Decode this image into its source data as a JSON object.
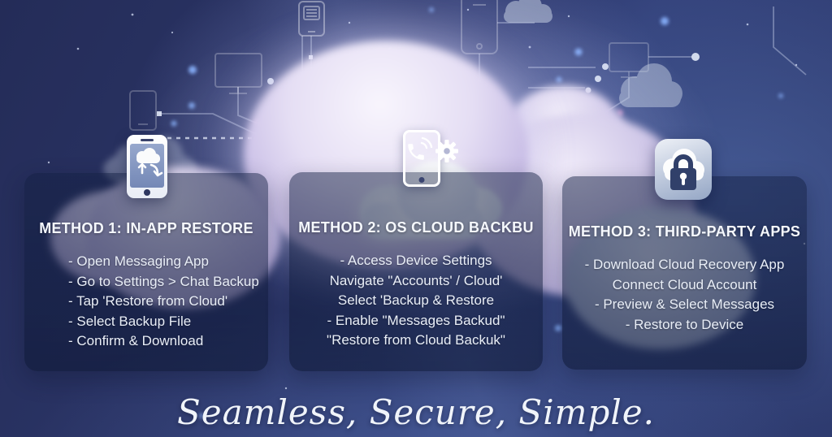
{
  "tagline": "Seamless, Secure, Simple.",
  "methods": [
    {
      "title": "METHOD 1: IN-APP RESTORE",
      "steps": [
        "- Open Messaging App",
        "- Go to Settings > Chat Backup",
        "- Tap 'Restore from Cloud'",
        "- Select Backup File",
        "- Confirm & Download"
      ]
    },
    {
      "title": "METHOD 2: OS CLOUD BACKBU",
      "steps": [
        "- Access Device Settings",
        "Navigate \"Accounts' / Cloud'",
        "Select 'Backup & Restore",
        "- Enable \"Messages Backud\"",
        "\"Restore from Cloud Backuk\""
      ]
    },
    {
      "title": "METHOD 3: THIRD-PARTY APPS",
      "steps": [
        "- Download Cloud Recovery App",
        "Connect Cloud Account",
        "- Preview & Select Messages",
        "- Restore to Device"
      ]
    }
  ],
  "icons": {
    "method1": "phone-cloud-restore-icon",
    "method2_phone": "phone-call-icon",
    "method2_gear": "gear-icon",
    "method3": "cloud-lock-icon",
    "decorative": [
      "monitor-outline-icon",
      "smartphone-outline-icon",
      "document-phone-outline-icon",
      "cloud-icon",
      "circuit-lines",
      "glow-dots"
    ]
  },
  "colors": {
    "background_dark": "#242c58",
    "background_light": "#33417a",
    "card_bg": "rgba(15,25,55,0.6)",
    "text": "#eef2f9",
    "cloud_lavender": "#b9acde",
    "cloud_white": "#f8f5fd",
    "glow_blue": "#8ab4ff",
    "glow_pink": "#f0a6d8"
  }
}
